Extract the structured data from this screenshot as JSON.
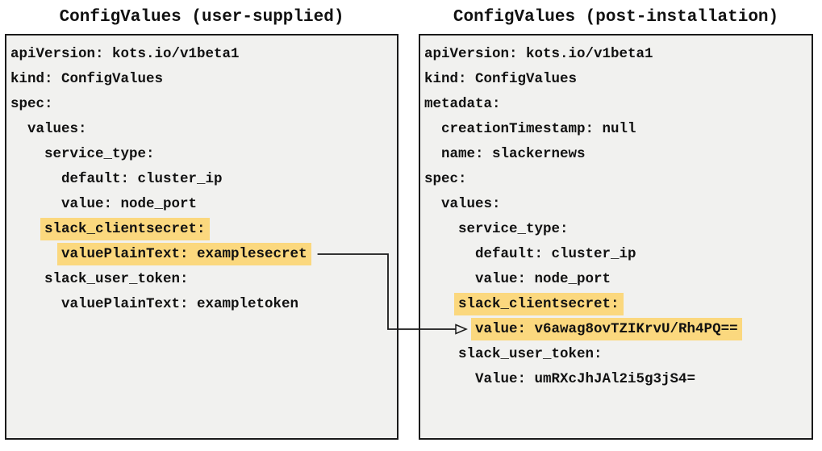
{
  "colors": {
    "highlight": "#fbd87e",
    "panel_background": "#f1f1ef",
    "panel_border": "#1a1a1a",
    "text": "#111111"
  },
  "left_panel": {
    "title": "ConfigValues (user-supplied)",
    "lines": [
      {
        "indent": "",
        "text": "apiVersion: kots.io/v1beta1",
        "highlighted": false
      },
      {
        "indent": "",
        "text": "kind: ConfigValues",
        "highlighted": false
      },
      {
        "indent": "",
        "text": "spec:",
        "highlighted": false
      },
      {
        "indent": "  ",
        "text": "values:",
        "highlighted": false
      },
      {
        "indent": "    ",
        "text": "service_type:",
        "highlighted": false
      },
      {
        "indent": "      ",
        "text": "default: cluster_ip",
        "highlighted": false
      },
      {
        "indent": "      ",
        "text": "value: node_port",
        "highlighted": false
      },
      {
        "indent": "    ",
        "text": "slack_clientsecret:",
        "highlighted": true
      },
      {
        "indent": "      ",
        "text": "valuePlainText: examplesecret",
        "highlighted": true,
        "arrow_source": true
      },
      {
        "indent": "    ",
        "text": "slack_user_token:",
        "highlighted": false
      },
      {
        "indent": "      ",
        "text": "valuePlainText: exampletoken",
        "highlighted": false
      }
    ]
  },
  "right_panel": {
    "title": "ConfigValues (post-installation)",
    "lines": [
      {
        "indent": "",
        "text": "apiVersion: kots.io/v1beta1",
        "highlighted": false
      },
      {
        "indent": "",
        "text": "kind: ConfigValues",
        "highlighted": false
      },
      {
        "indent": "",
        "text": "metadata:",
        "highlighted": false
      },
      {
        "indent": "  ",
        "text": "creationTimestamp: null",
        "highlighted": false
      },
      {
        "indent": "  ",
        "text": "name: slackernews",
        "highlighted": false
      },
      {
        "indent": "",
        "text": "spec:",
        "highlighted": false
      },
      {
        "indent": "  ",
        "text": "values:",
        "highlighted": false
      },
      {
        "indent": "    ",
        "text": "service_type:",
        "highlighted": false
      },
      {
        "indent": "      ",
        "text": "default: cluster_ip",
        "highlighted": false
      },
      {
        "indent": "      ",
        "text": "value: node_port",
        "highlighted": false
      },
      {
        "indent": "    ",
        "text": "slack_clientsecret:",
        "highlighted": true
      },
      {
        "indent": "      ",
        "text": "value: v6awag8ovTZIKrvU/Rh4PQ==",
        "highlighted": true,
        "arrow_target": true
      },
      {
        "indent": "    ",
        "text": "slack_user_token:",
        "highlighted": false
      },
      {
        "indent": "      ",
        "text": "Value: umRXcJhJAl2i5g3jS4=",
        "highlighted": false
      }
    ]
  },
  "arrow": {
    "source_line": "valuePlainText: examplesecret",
    "target_line": "value: v6awag8ovTZIKrvU/Rh4PQ=="
  }
}
